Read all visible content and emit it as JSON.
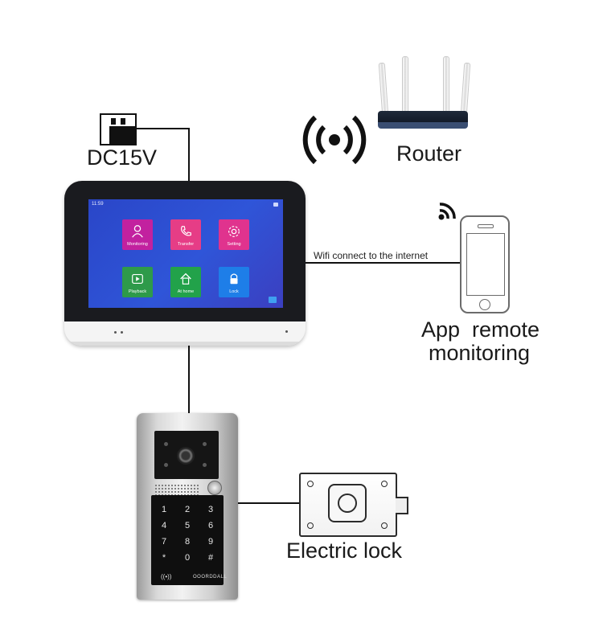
{
  "labels": {
    "power": "DC15V",
    "router": "Router",
    "wifi_link": "Wifi connect to the internet",
    "app_line1": "App  remote",
    "app_line2": "monitoring",
    "lock": "Electric lock"
  },
  "monitor": {
    "clock": "11:59",
    "tiles": [
      {
        "label": "Monitoring",
        "color": "#c2219f",
        "icon": "person-icon"
      },
      {
        "label": "Transfer",
        "color": "#e63d86",
        "icon": "phone-icon"
      },
      {
        "label": "Setting",
        "color": "#e0338e",
        "icon": "gear-icon"
      },
      {
        "label": "Playback",
        "color": "#2e9a4a",
        "icon": "play-icon"
      },
      {
        "label": "At home",
        "color": "#22a24a",
        "icon": "home-icon"
      },
      {
        "label": "Lock",
        "color": "#1e7ee8",
        "icon": "lock-icon"
      }
    ]
  },
  "keypad": {
    "keys": [
      "1",
      "2",
      "3",
      "4",
      "5",
      "6",
      "7",
      "8",
      "9",
      "*",
      "0",
      "#"
    ],
    "brand": "OOORDDALL"
  }
}
